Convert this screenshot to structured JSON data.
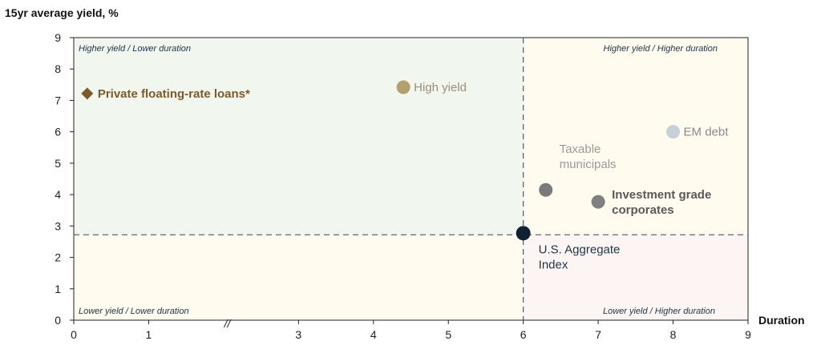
{
  "chart_data": {
    "type": "scatter",
    "ylabel": "15yr average yield, %",
    "xlabel": "Duration",
    "xlim": [
      0,
      9
    ],
    "ylim": [
      0,
      9
    ],
    "x_ticks": [
      0,
      1,
      3,
      4,
      5,
      6,
      7,
      8,
      9
    ],
    "y_ticks": [
      0,
      1,
      2,
      3,
      4,
      5,
      6,
      7,
      8,
      9
    ],
    "axis_break_marker": "//",
    "reference_lines": {
      "x": 6,
      "y": 2.72
    },
    "quadrants": {
      "top_left": "Higher yield / Lower duration",
      "top_right": "Higher yield / Higher duration",
      "bottom_left": "Lower yield / Lower duration",
      "bottom_right": "Lower yield / Higher duration"
    },
    "points": [
      {
        "label": "Private floating-rate loans*",
        "x": 0.18,
        "y": 7.22,
        "marker": "diamond",
        "color": "#7b5a2c",
        "label_color": "#7b5a2c",
        "bold": true
      },
      {
        "label": "High yield",
        "x": 4.4,
        "y": 7.42,
        "marker": "circle",
        "color": "#b4a06e",
        "label_color": "#9a8f7a",
        "bold": false
      },
      {
        "label": "EM debt",
        "x": 8.0,
        "y": 6.0,
        "marker": "circle",
        "color": "#c5d0d8",
        "label_color": "#8a8a8a",
        "bold": false
      },
      {
        "label": "Taxable municipals",
        "x": 6.3,
        "y": 4.15,
        "marker": "circle",
        "color": "#7a7a7a",
        "label_color": "#9a9a9a",
        "bold": false
      },
      {
        "label": "Investment grade corporates",
        "x": 7.0,
        "y": 3.77,
        "marker": "circle",
        "color": "#808080",
        "label_color": "#595959",
        "bold": true
      },
      {
        "label": "U.S. Aggregate Index",
        "x": 6.0,
        "y": 2.77,
        "marker": "circle",
        "color": "#0e2233",
        "label_color": "#1d3447",
        "bold": false
      }
    ],
    "colors": {
      "top_left_bg": "#f1f6ee",
      "top_right_bg": "#fffbef",
      "bottom_left_bg": "#fffbef",
      "bottom_right_bg": "#fdf5f3",
      "quadrant_label": "#1d3447",
      "reference_line": "#4a5a6a"
    }
  }
}
